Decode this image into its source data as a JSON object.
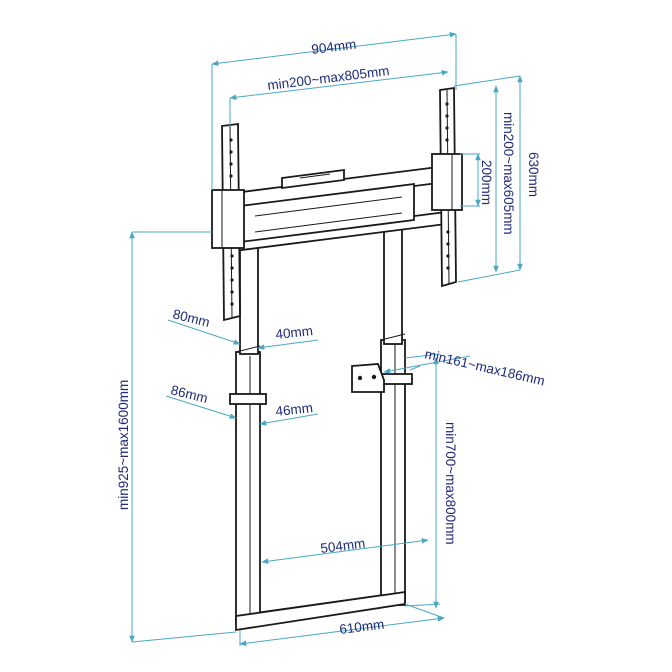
{
  "dimensions": {
    "overall_width": "904mm",
    "vesa_horizontal": "min200~max805mm",
    "bracket_height": "630mm",
    "vesa_vertical": "min200~max605mm",
    "arm_spacing": "200mm",
    "upper_column_width": "80mm",
    "upper_column_depth": "40mm",
    "lower_column_width": "86mm",
    "lower_column_depth": "46mm",
    "wall_bracket_offset": "min161~max186mm",
    "total_height": "min925~max1600mm",
    "column_height": "min700~max800mm",
    "inner_width": "504mm",
    "base_width": "610mm"
  },
  "colors": {
    "label": "#1f2a7a",
    "dimension_line": "#4aa8c4",
    "structure": "#1a1a1a"
  }
}
